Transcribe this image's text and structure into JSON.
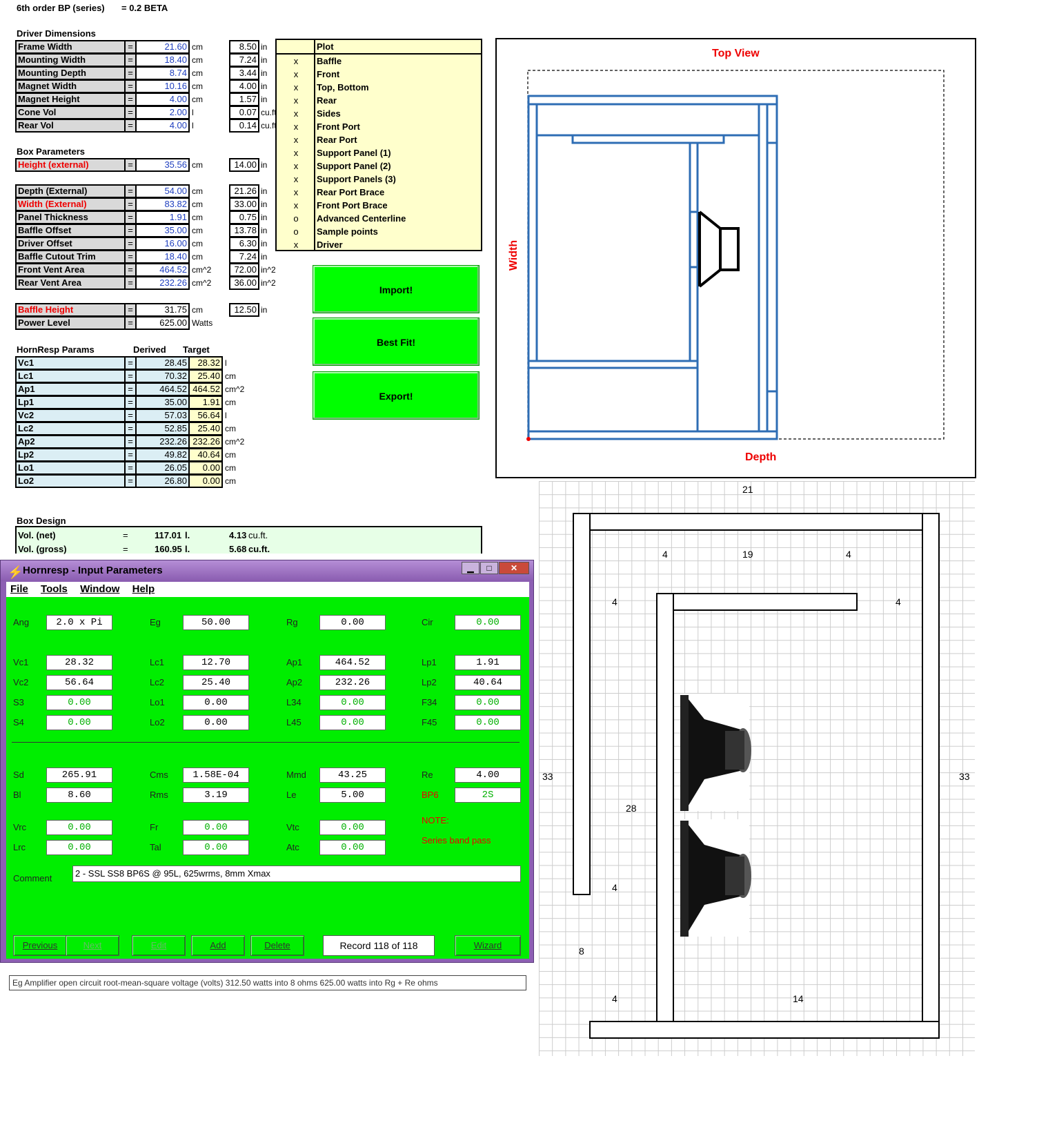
{
  "title": "6th order BP (series)",
  "version": "= 0.2 BETA",
  "driver_dimensions": {
    "header": "Driver Dimensions",
    "rows": [
      {
        "label": "Frame Width",
        "cm": "21.60",
        "cm_unit": "cm",
        "in": "8.50",
        "in_unit": "in"
      },
      {
        "label": "Mounting Width",
        "cm": "18.40",
        "cm_unit": "cm",
        "in": "7.24",
        "in_unit": "in"
      },
      {
        "label": "Mounting Depth",
        "cm": "8.74",
        "cm_unit": "cm",
        "in": "3.44",
        "in_unit": "in"
      },
      {
        "label": "Magnet Width",
        "cm": "10.16",
        "cm_unit": "cm",
        "in": "4.00",
        "in_unit": "in"
      },
      {
        "label": "Magnet Height",
        "cm": "4.00",
        "cm_unit": "cm",
        "in": "1.57",
        "in_unit": "in"
      },
      {
        "label": "Cone Vol",
        "cm": "2.00",
        "cm_unit": "l",
        "in": "0.07",
        "in_unit": "cu.ft."
      },
      {
        "label": "Rear Vol",
        "cm": "4.00",
        "cm_unit": "l",
        "in": "0.14",
        "in_unit": "cu.ft."
      }
    ]
  },
  "box_parameters": {
    "header": "Box Parameters",
    "height": {
      "label": "Height (external)",
      "cm": "35.56",
      "cm_unit": "cm",
      "in": "14.00",
      "in_unit": "in"
    },
    "rows": [
      {
        "label": "Depth (External)",
        "cm": "54.00",
        "cm_unit": "cm",
        "in": "21.26",
        "in_unit": "in"
      },
      {
        "label": "Width (External)",
        "cm": "83.82",
        "cm_unit": "cm",
        "in": "33.00",
        "in_unit": "in"
      },
      {
        "label": "Panel Thickness",
        "cm": "1.91",
        "cm_unit": "cm",
        "in": "0.75",
        "in_unit": "in"
      },
      {
        "label": "Baffle Offset",
        "cm": "35.00",
        "cm_unit": "cm",
        "in": "13.78",
        "in_unit": "in"
      },
      {
        "label": "Driver Offset",
        "cm": "16.00",
        "cm_unit": "cm",
        "in": "6.30",
        "in_unit": "in"
      },
      {
        "label": "Baffle Cutout Trim",
        "cm": "18.40",
        "cm_unit": "cm",
        "in": "7.24",
        "in_unit": "in"
      },
      {
        "label": "Front Vent Area",
        "cm": "464.52",
        "cm_unit": "cm^2",
        "in": "72.00",
        "in_unit": "in^2"
      },
      {
        "label": "Rear Vent Area",
        "cm": "232.26",
        "cm_unit": "cm^2",
        "in": "36.00",
        "in_unit": "in^2"
      }
    ],
    "baffle_height": {
      "label": "Baffle Height",
      "cm": "31.75",
      "cm_unit": "cm",
      "in": "12.50",
      "in_unit": "in"
    },
    "power_level": {
      "label": "Power Level",
      "value": "625.00",
      "unit": "Watts"
    }
  },
  "hornresp": {
    "header": "HornResp Params",
    "col_derived": "Derived",
    "col_target": "Target",
    "rows": [
      {
        "label": "Vc1",
        "derived": "28.45",
        "target": "28.32",
        "unit": "l"
      },
      {
        "label": "Lc1",
        "derived": "70.32",
        "target": "25.40",
        "unit": "cm"
      },
      {
        "label": "Ap1",
        "derived": "464.52",
        "target": "464.52",
        "unit": "cm^2"
      },
      {
        "label": "Lp1",
        "derived": "35.00",
        "target": "1.91",
        "unit": "cm"
      },
      {
        "label": "Vc2",
        "derived": "57.03",
        "target": "56.64",
        "unit": "l"
      },
      {
        "label": "Lc2",
        "derived": "52.85",
        "target": "25.40",
        "unit": "cm"
      },
      {
        "label": "Ap2",
        "derived": "232.26",
        "target": "232.26",
        "unit": "cm^2"
      },
      {
        "label": "Lp2",
        "derived": "49.82",
        "target": "40.64",
        "unit": "cm"
      },
      {
        "label": "Lo1",
        "derived": "26.05",
        "target": "0.00",
        "unit": "cm"
      },
      {
        "label": "Lo2",
        "derived": "26.80",
        "target": "0.00",
        "unit": "cm"
      }
    ]
  },
  "box_design": {
    "header": "Box Design",
    "rows": [
      {
        "label": "Vol. (net)",
        "eq": "=",
        "l": "117.01",
        "l_unit": "l.",
        "ft": "4.13",
        "ft_unit": "cu.ft."
      },
      {
        "label": "Vol. (gross)",
        "eq": "=",
        "l": "160.95",
        "l_unit": "l.",
        "ft": "5.68",
        "ft_unit": "cu.ft."
      }
    ]
  },
  "plot_list": {
    "header": "Plot",
    "items": [
      {
        "mark": "x",
        "label": "Baffle"
      },
      {
        "mark": "x",
        "label": "Front"
      },
      {
        "mark": "x",
        "label": "Top, Bottom"
      },
      {
        "mark": "x",
        "label": "Rear"
      },
      {
        "mark": "x",
        "label": "Sides"
      },
      {
        "mark": "x",
        "label": "Front Port"
      },
      {
        "mark": "x",
        "label": "Rear Port"
      },
      {
        "mark": "x",
        "label": "Support Panel (1)"
      },
      {
        "mark": "x",
        "label": "Support Panel (2)"
      },
      {
        "mark": "x",
        "label": "Support Panels (3)"
      },
      {
        "mark": "x",
        "label": "Rear Port Brace"
      },
      {
        "mark": "x",
        "label": "Front Port Brace"
      },
      {
        "mark": "o",
        "label": "Advanced Centerline"
      },
      {
        "mark": "o",
        "label": "Sample points"
      },
      {
        "mark": "x",
        "label": "Driver"
      }
    ]
  },
  "buttons": {
    "import": "Import!",
    "best_fit": "Best Fit!",
    "export": "Export!"
  },
  "top_view": {
    "title": "Top View",
    "x_label": "Depth",
    "y_label": "Width"
  },
  "sketch": {
    "labels": [
      "21",
      "4",
      "19",
      "4",
      "4",
      "4",
      "33",
      "33",
      "28",
      "4",
      "8",
      "4",
      "14"
    ]
  },
  "hornresp_window": {
    "title": "Hornresp - Input Parameters",
    "menu": [
      "File",
      "Tools",
      "Window",
      "Help"
    ],
    "row1": [
      {
        "label": "Ang",
        "value": "2.0 x Pi"
      },
      {
        "label": "Eg",
        "value": "50.00"
      },
      {
        "label": "Rg",
        "value": "0.00"
      },
      {
        "label": "Cir",
        "value": "0.00"
      }
    ],
    "grid1": [
      [
        {
          "label": "Vc1",
          "value": "28.32"
        },
        {
          "label": "Lc1",
          "value": "12.70"
        },
        {
          "label": "Ap1",
          "value": "464.52"
        },
        {
          "label": "Lp1",
          "value": "1.91"
        }
      ],
      [
        {
          "label": "Vc2",
          "value": "56.64"
        },
        {
          "label": "Lc2",
          "value": "25.40"
        },
        {
          "label": "Ap2",
          "value": "232.26"
        },
        {
          "label": "Lp2",
          "value": "40.64"
        }
      ],
      [
        {
          "label": "S3",
          "value": "0.00"
        },
        {
          "label": "Lo1",
          "value": "0.00"
        },
        {
          "label": "L34",
          "value": "0.00"
        },
        {
          "label": "F34",
          "value": "0.00"
        }
      ],
      [
        {
          "label": "S4",
          "value": "0.00"
        },
        {
          "label": "Lo2",
          "value": "0.00"
        },
        {
          "label": "L45",
          "value": "0.00"
        },
        {
          "label": "F45",
          "value": "0.00"
        }
      ]
    ],
    "grid2": [
      [
        {
          "label": "Sd",
          "value": "265.91"
        },
        {
          "label": "Cms",
          "value": "1.58E-04"
        },
        {
          "label": "Mmd",
          "value": "43.25"
        },
        {
          "label": "Re",
          "value": "4.00"
        }
      ],
      [
        {
          "label": "Bl",
          "value": "8.60"
        },
        {
          "label": "Rms",
          "value": "3.19"
        },
        {
          "label": "Le",
          "value": "5.00"
        },
        {
          "label": "BP6",
          "value": "2S"
        }
      ]
    ],
    "grid3": [
      [
        {
          "label": "Vrc",
          "value": "0.00"
        },
        {
          "label": "Fr",
          "value": "0.00"
        },
        {
          "label": "Vtc",
          "value": "0.00"
        }
      ],
      [
        {
          "label": "Lrc",
          "value": "0.00"
        },
        {
          "label": "Tal",
          "value": "0.00"
        },
        {
          "label": "Atc",
          "value": "0.00"
        }
      ]
    ],
    "note_label": "NOTE:",
    "note_text": "Series band pass",
    "comment_label": "Comment",
    "comment": "2 - SSL SS8 BP6S @ 95L, 625wrms, 8mm Xmax",
    "buttons": [
      "Previous",
      "Next",
      "Edit",
      "Add",
      "Delete",
      "Wizard"
    ],
    "record": "Record 118 of 118",
    "status": "Eg  Amplifier open circuit root-mean-square voltage  (volts)   312.50 watts into 8 ohms   625.00 watts into Rg + Re ohms"
  }
}
